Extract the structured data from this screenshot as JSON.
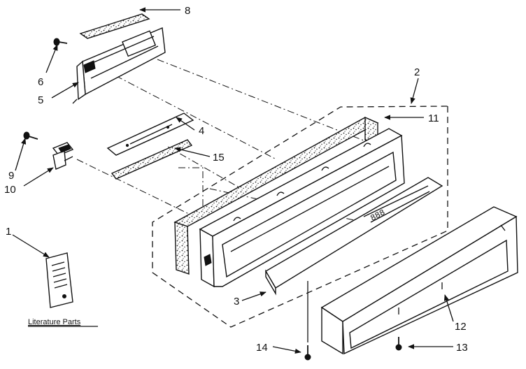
{
  "diagram": {
    "callouts": {
      "c1": "1",
      "c2": "2",
      "c3": "3",
      "c4": "4",
      "c5": "5",
      "c6": "6",
      "c8": "8",
      "c9": "9",
      "c10": "10",
      "c11": "11",
      "c12": "12",
      "c13": "13",
      "c14": "14",
      "c15": "15"
    },
    "literature_label": "Literature Parts",
    "display_digits": "888"
  }
}
